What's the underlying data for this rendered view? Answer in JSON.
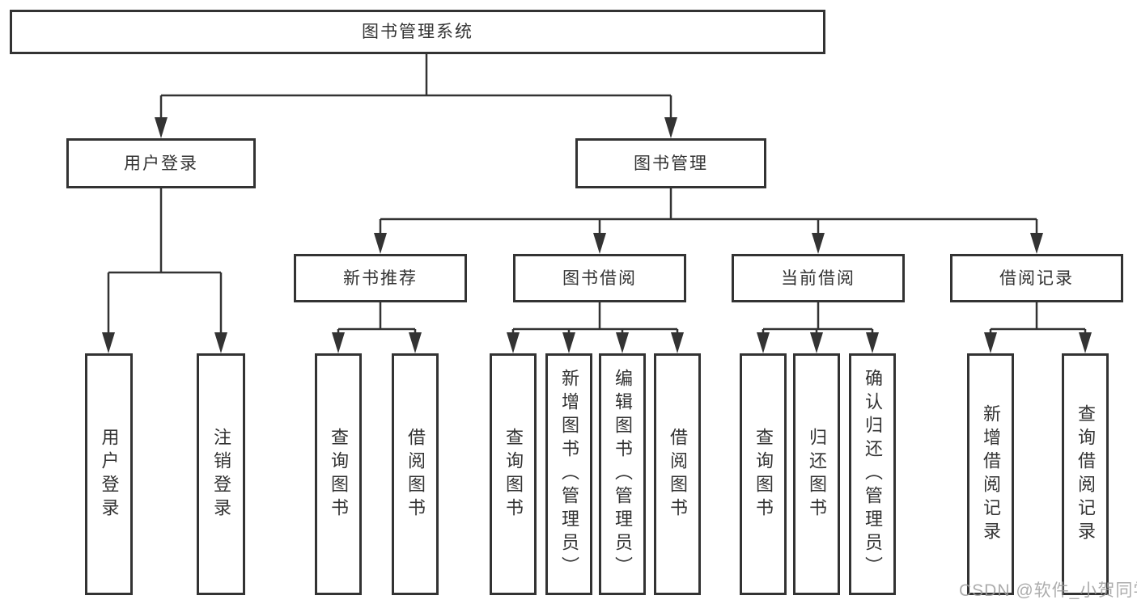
{
  "diagram": {
    "title": "图书管理系统",
    "colors": {
      "line": "#333333",
      "box_border": "#333333",
      "text": "#333333",
      "background": "#ffffff",
      "watermark": "#9e9e9e"
    },
    "tree": {
      "root_label": "图书管理系统",
      "branches": [
        {
          "label": "用户登录",
          "leaves": [
            "用户登录",
            "注销登录"
          ]
        },
        {
          "label": "图书管理",
          "groups": [
            {
              "label": "新书推荐",
              "leaves": [
                "查询图书",
                "借阅图书"
              ]
            },
            {
              "label": "图书借阅",
              "leaves": [
                "查询图书",
                "新增图书（管理员）",
                "编辑图书（管理员）",
                "借阅图书"
              ]
            },
            {
              "label": "当前借阅",
              "leaves": [
                "查询图书",
                "归还图书",
                "确认归还（管理员）"
              ]
            },
            {
              "label": "借阅记录",
              "leaves": [
                "新增借阅记录",
                "查询借阅记录"
              ]
            }
          ]
        }
      ]
    },
    "watermark": "CSDN @软件_小贺同学"
  }
}
